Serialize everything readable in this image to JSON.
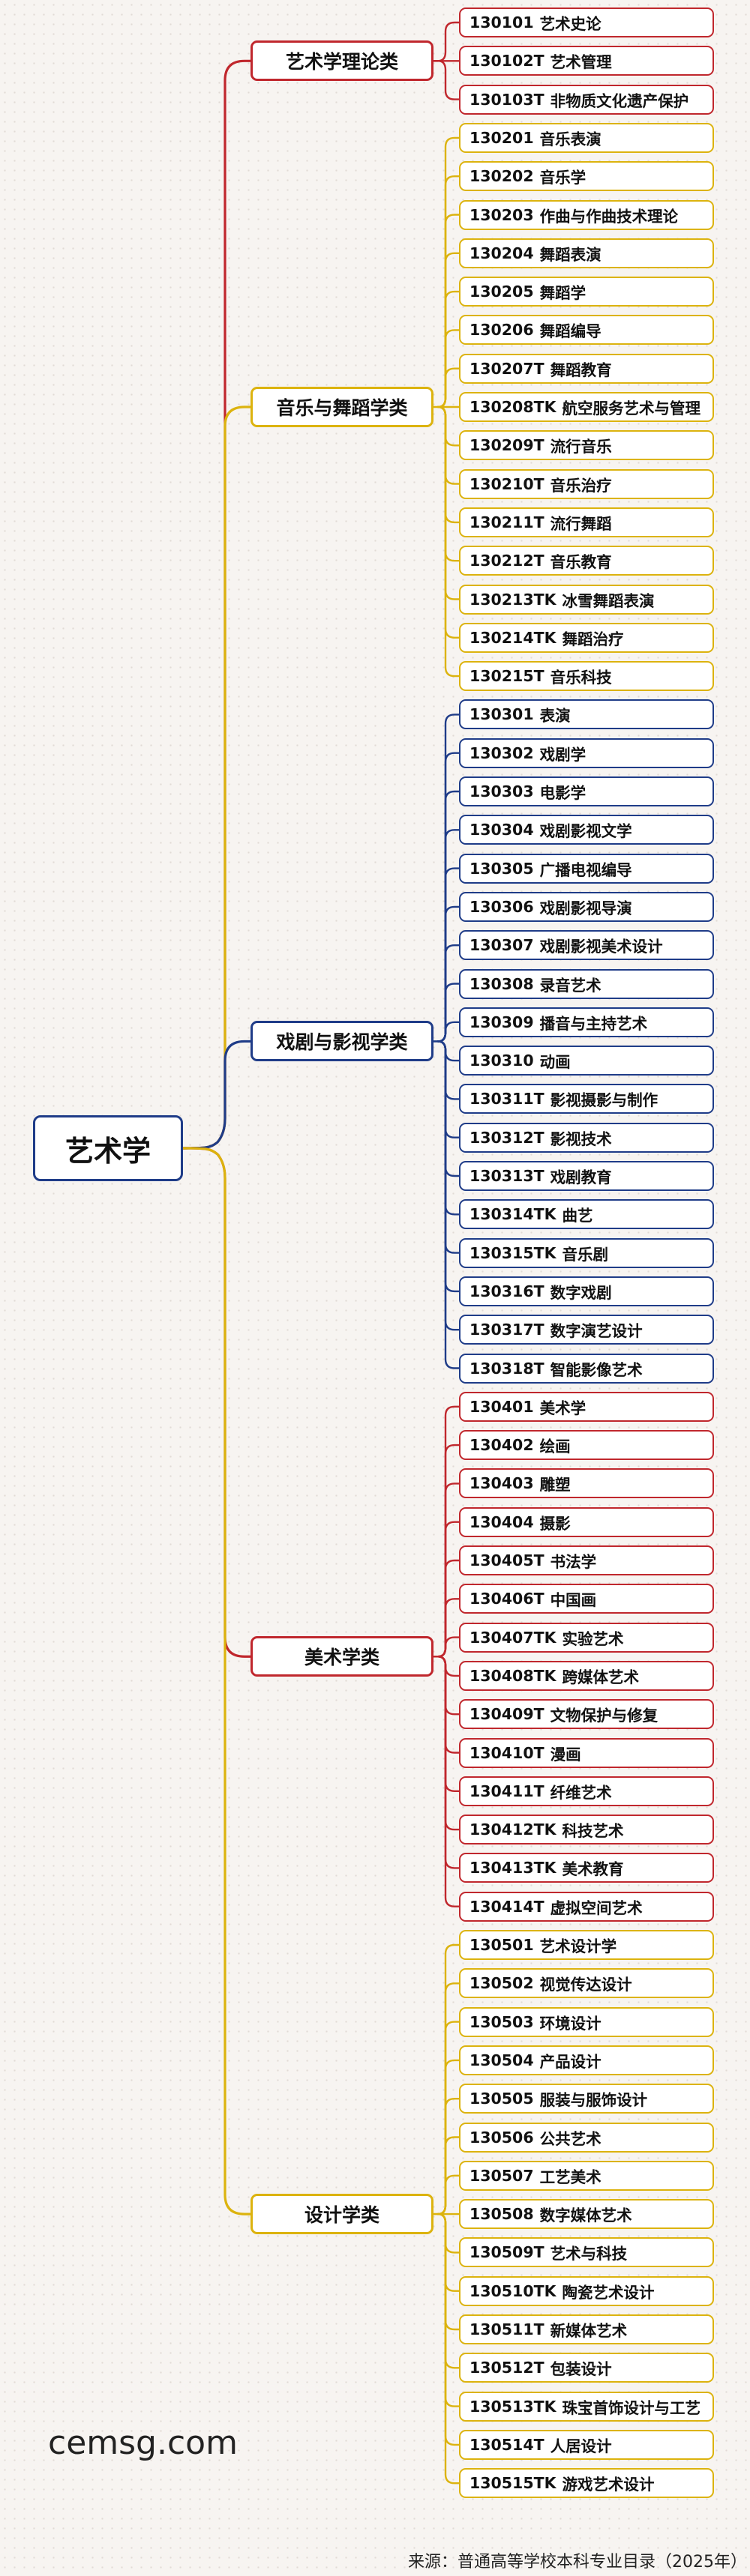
{
  "root": {
    "label": "艺术学"
  },
  "colors": {
    "red": "#c0272d",
    "yellow": "#dcb30e",
    "blue": "#1f3c88"
  },
  "categories": [
    {
      "label": "艺术学理论类",
      "color": "red",
      "items": [
        {
          "code": "130101",
          "name": "艺术史论"
        },
        {
          "code": "130102T",
          "name": "艺术管理"
        },
        {
          "code": "130103T",
          "name": "非物质文化遗产保护"
        }
      ]
    },
    {
      "label": "音乐与舞蹈学类",
      "color": "yellow",
      "items": [
        {
          "code": "130201",
          "name": "音乐表演"
        },
        {
          "code": "130202",
          "name": "音乐学"
        },
        {
          "code": "130203",
          "name": "作曲与作曲技术理论"
        },
        {
          "code": "130204",
          "name": "舞蹈表演"
        },
        {
          "code": "130205",
          "name": "舞蹈学"
        },
        {
          "code": "130206",
          "name": "舞蹈编导"
        },
        {
          "code": "130207T",
          "name": "舞蹈教育"
        },
        {
          "code": "130208TK",
          "name": "航空服务艺术与管理"
        },
        {
          "code": "130209T",
          "name": "流行音乐"
        },
        {
          "code": "130210T",
          "name": "音乐治疗"
        },
        {
          "code": "130211T",
          "name": "流行舞蹈"
        },
        {
          "code": "130212T",
          "name": "音乐教育"
        },
        {
          "code": "130213TK",
          "name": "冰雪舞蹈表演"
        },
        {
          "code": "130214TK",
          "name": "舞蹈治疗"
        },
        {
          "code": "130215T",
          "name": "音乐科技"
        }
      ]
    },
    {
      "label": "戏剧与影视学类",
      "color": "blue",
      "items": [
        {
          "code": "130301",
          "name": "表演"
        },
        {
          "code": "130302",
          "name": "戏剧学"
        },
        {
          "code": "130303",
          "name": "电影学"
        },
        {
          "code": "130304",
          "name": "戏剧影视文学"
        },
        {
          "code": "130305",
          "name": "广播电视编导"
        },
        {
          "code": "130306",
          "name": "戏剧影视导演"
        },
        {
          "code": "130307",
          "name": "戏剧影视美术设计"
        },
        {
          "code": "130308",
          "name": "录音艺术"
        },
        {
          "code": "130309",
          "name": "播音与主持艺术"
        },
        {
          "code": "130310",
          "name": "动画"
        },
        {
          "code": "130311T",
          "name": "影视摄影与制作"
        },
        {
          "code": "130312T",
          "name": "影视技术"
        },
        {
          "code": "130313T",
          "name": "戏剧教育"
        },
        {
          "code": "130314TK",
          "name": "曲艺"
        },
        {
          "code": "130315TK",
          "name": "音乐剧"
        },
        {
          "code": "130316T",
          "name": "数字戏剧"
        },
        {
          "code": "130317T",
          "name": "数字演艺设计"
        },
        {
          "code": "130318T",
          "name": "智能影像艺术"
        }
      ]
    },
    {
      "label": "美术学类",
      "color": "red",
      "items": [
        {
          "code": "130401",
          "name": "美术学"
        },
        {
          "code": "130402",
          "name": "绘画"
        },
        {
          "code": "130403",
          "name": "雕塑"
        },
        {
          "code": "130404",
          "name": "摄影"
        },
        {
          "code": "130405T",
          "name": "书法学"
        },
        {
          "code": "130406T",
          "name": "中国画"
        },
        {
          "code": "130407TK",
          "name": "实验艺术"
        },
        {
          "code": "130408TK",
          "name": "跨媒体艺术"
        },
        {
          "code": "130409T",
          "name": "文物保护与修复"
        },
        {
          "code": "130410T",
          "name": "漫画"
        },
        {
          "code": "130411T",
          "name": "纤维艺术"
        },
        {
          "code": "130412TK",
          "name": "科技艺术"
        },
        {
          "code": "130413TK",
          "name": "美术教育"
        },
        {
          "code": "130414T",
          "name": "虚拟空间艺术"
        }
      ]
    },
    {
      "label": "设计学类",
      "color": "yellow",
      "items": [
        {
          "code": "130501",
          "name": "艺术设计学"
        },
        {
          "code": "130502",
          "name": "视觉传达设计"
        },
        {
          "code": "130503",
          "name": "环境设计"
        },
        {
          "code": "130504",
          "name": "产品设计"
        },
        {
          "code": "130505",
          "name": "服装与服饰设计"
        },
        {
          "code": "130506",
          "name": "公共艺术"
        },
        {
          "code": "130507",
          "name": "工艺美术"
        },
        {
          "code": "130508",
          "name": "数字媒体艺术"
        },
        {
          "code": "130509T",
          "name": "艺术与科技"
        },
        {
          "code": "130510TK",
          "name": "陶瓷艺术设计"
        },
        {
          "code": "130511T",
          "name": "新媒体艺术"
        },
        {
          "code": "130512T",
          "name": "包装设计"
        },
        {
          "code": "130513TK",
          "name": "珠宝首饰设计与工艺"
        },
        {
          "code": "130514T",
          "name": "人居设计"
        },
        {
          "code": "130515TK",
          "name": "游戏艺术设计"
        }
      ]
    }
  ],
  "watermark": "cemsg.com",
  "source": "来源：普通高等学校本科专业目录（2025年）"
}
